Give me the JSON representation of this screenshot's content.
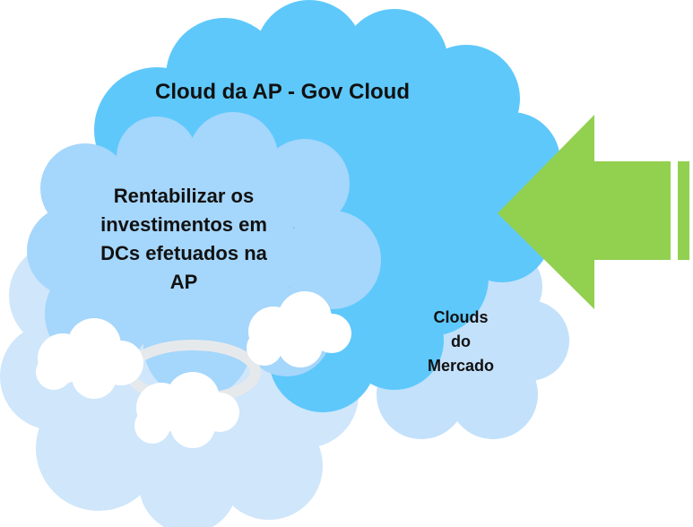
{
  "diagram": {
    "gov_cloud": {
      "title": "Cloud da AP - Gov Cloud",
      "color": "#5ec8fb"
    },
    "inner_cloud": {
      "lines": [
        "Rentabilizar os",
        "investimentos em",
        "DCs efetuados na",
        "AP"
      ],
      "color": "#9fd3fb"
    },
    "market_cloud": {
      "lines": [
        "Clouds",
        "do",
        "Mercado"
      ],
      "color": "#b7dcfb"
    },
    "arrow": {
      "color": "#92d050",
      "direction": "left"
    },
    "small_clouds": {
      "color": "#ffffff",
      "halo_color": "#e6e9ec"
    }
  }
}
